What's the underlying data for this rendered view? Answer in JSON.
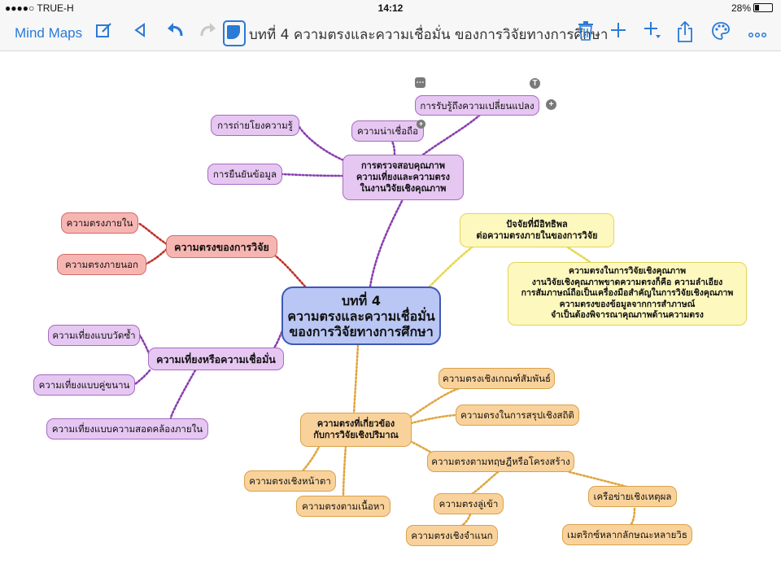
{
  "status": {
    "carrier": "●●●●○ TRUE-H",
    "time": "14:12",
    "battery": "28%"
  },
  "toolbar": {
    "app_label": "Mind Maps",
    "doc_title": "บทที่ 4  ความตรงและความเชื่อมั่น ของการวิจัยทางการศึกษา",
    "icons": [
      "edit-icon",
      "back-triangle-icon",
      "undo-icon",
      "redo-icon",
      "document-icon",
      "trash-icon",
      "plus-icon",
      "add-child-icon",
      "share-icon",
      "palette-icon",
      "more-icon"
    ]
  },
  "map": {
    "central": "บทที่ 4\nความตรงและความเชื่อมั่น\nของการวิจัยทางการศึกษา",
    "quality": {
      "title": "การตรวจสอบคุณภาพ\nความเที่ยงและความตรง\nในงานวิจัยเชิงคุณภาพ",
      "children": [
        "การถ่ายโยงความรู้",
        "การยืนยันข้อมูล",
        "ความน่าเชื่อถือ",
        "การรับรู้ถึงความเปลี่ยนแปลง"
      ]
    },
    "validity": {
      "title": "ความตรงของการวิจัย",
      "children": [
        "ความตรงภายใน",
        "ความตรงภายนอก"
      ]
    },
    "reliability": {
      "title": "ความเที่ยงหรือความเชื่อมั่น",
      "children": [
        "ความเที่ยงแบบวัดซ้ำ",
        "ความเที่ยงแบบคู่ขนาน",
        "ความเที่ยงแบบความสอดคล้องภายใน"
      ]
    },
    "factors": {
      "title": "ปัจจัยที่มีอิทธิพล\nต่อความตรงภายในของการวิจัย",
      "note": "ความตรงในการวิจัยเชิงคุณภาพ\nงานวิจัยเชิงคุณภาพขาดความตรงก็คือ ความลำเอียง\nการสัมภาษณ์ถือเป็นเครื่องมือสำคัญในการวิจัยเชิงคุณภาพ\nความตรงของข้อมูลจากการสำภาษณ์\nจำเป็นต้องพิจารณาคุณภาพด้านความตรง"
    },
    "quant": {
      "title": "ความตรงที่เกี่ยวข้อง\nกับการวิจัยเชิงปริมาณ",
      "children": [
        "ความตรงเชิงเกณฑ์สัมพันธ์",
        "ความตรงในการสรุปเชิงสถิติ",
        "ความตรงตามทฤษฎีหรือโครงสร้าง",
        "ความตรงเชิงหน้าตา",
        "ความตรงตามเนื้อหา"
      ],
      "construct_children": [
        "ความตรงลู่เข้า",
        "ความตรงเชิงจำแนก",
        "เครือข่ายเชิงเหตุผล",
        "เมตริกซ์หลากลักษณะหลายวิธ"
      ]
    }
  },
  "colors": {
    "accent": "#2a7ad6",
    "central": "#bac7f4",
    "purple": "#e6c7f2",
    "red": "#f7b5b2",
    "orange": "#f9d29b",
    "yellow": "#fdf8bd"
  }
}
